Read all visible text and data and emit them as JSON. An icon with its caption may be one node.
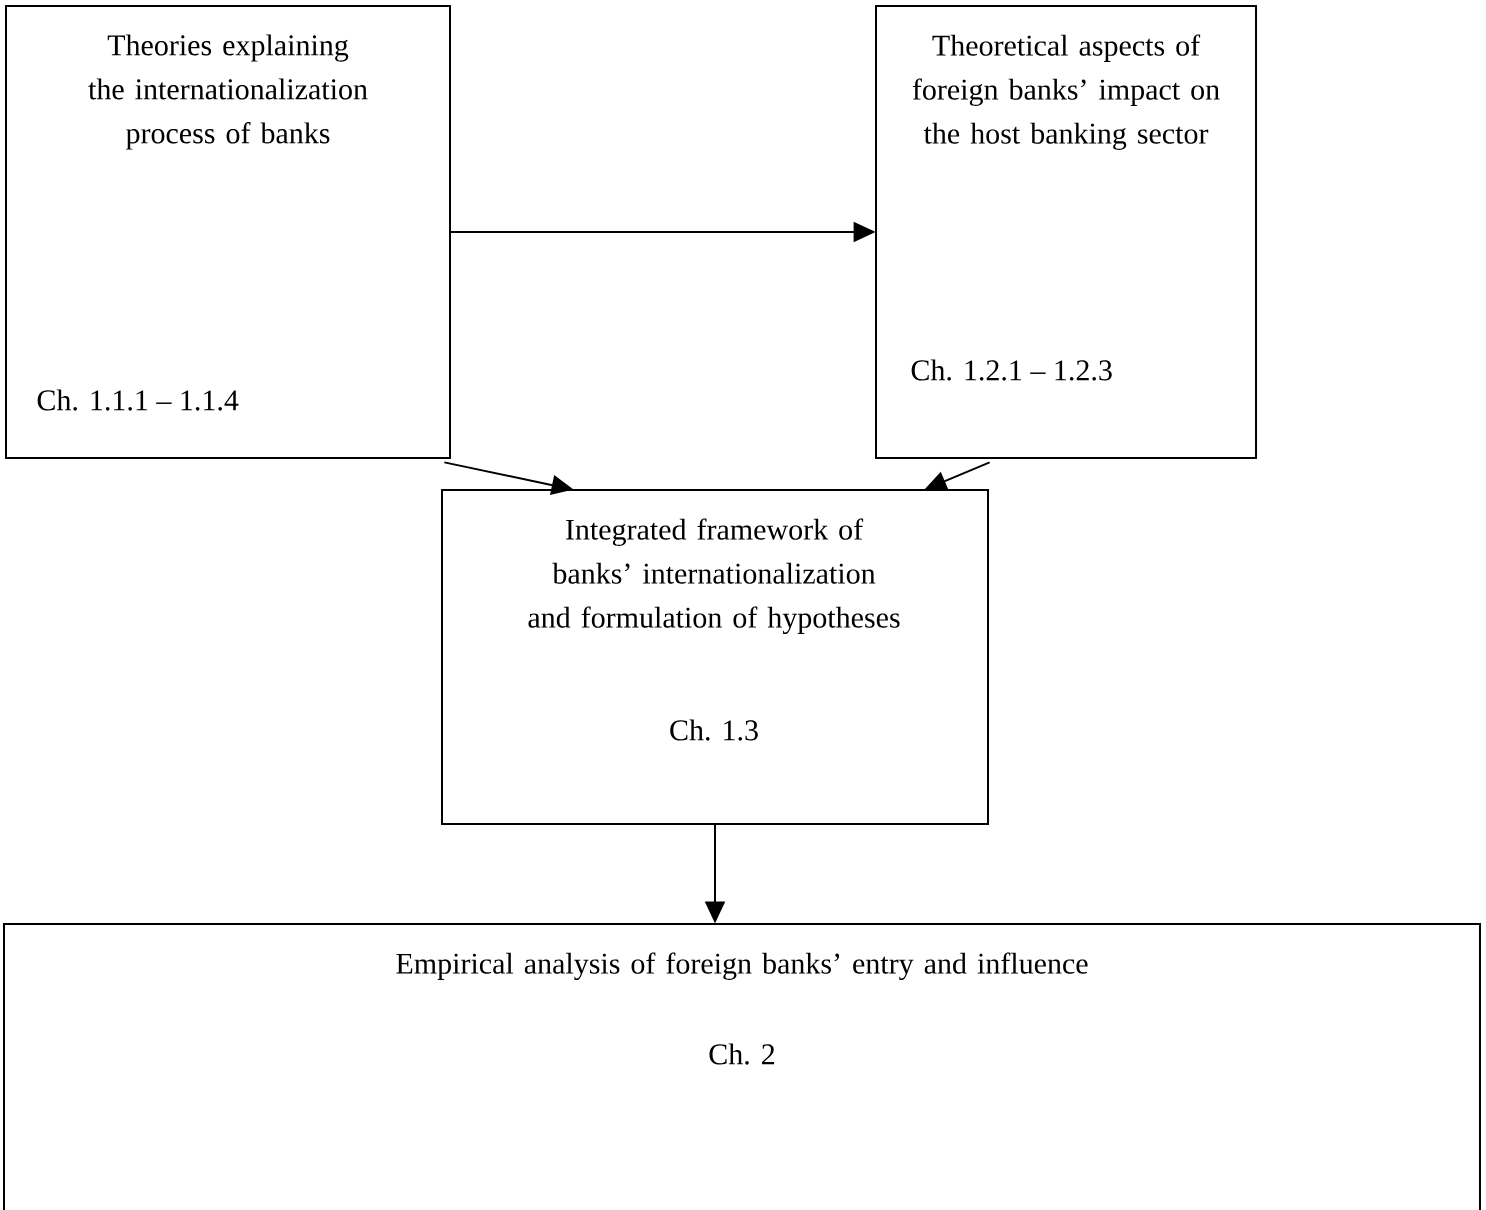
{
  "diagram": {
    "nodes": [
      {
        "text": [
          "Theories explaining the internationalization process of banks",
          "Ch. 1.1.1 – 1.1.4"
        ]
      },
      {
        "text": [
          "Theoretical aspects of foreign banks’ impact on the host banking sector",
          "Ch. 1.2.1 – 1.2.3"
        ]
      },
      {
        "text": [
          "Integrated framework of banks’ internationalization and formulation of hypotheses",
          "Ch. 1.3"
        ]
      },
      {
        "text": [
          "Empirical analysis of foreign banks’ entry and influence",
          "Ch. 2"
        ]
      }
    ],
    "edges": [
      {
        "from": 0,
        "to": 1,
        "arrow": "to"
      },
      {
        "from": 0,
        "to": 2,
        "arrow": "to"
      },
      {
        "from": 1,
        "to": 2,
        "arrow": "to"
      },
      {
        "from": 2,
        "to": 3,
        "arrow": "to"
      }
    ]
  }
}
